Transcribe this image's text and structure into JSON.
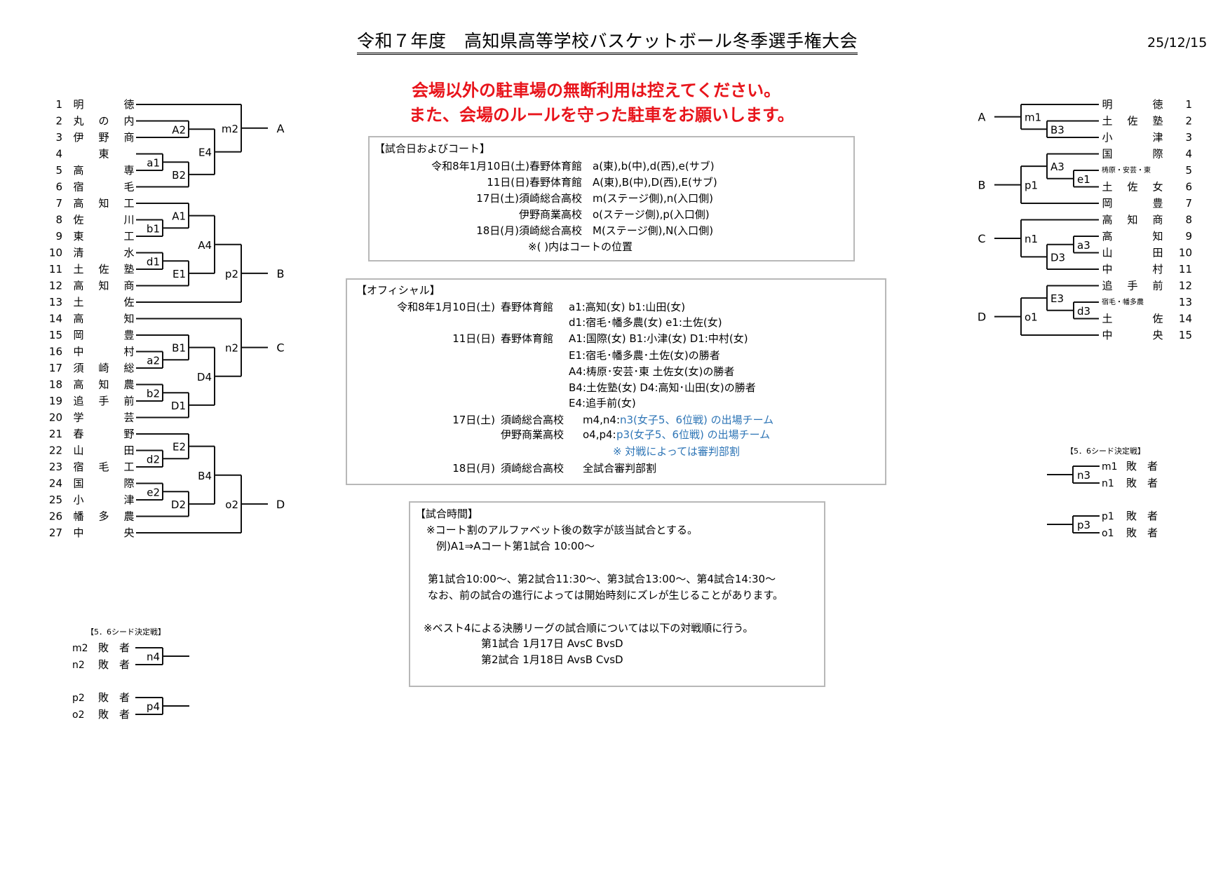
{
  "header": {
    "title": "令和７年度　高知県高等学校バスケットボール冬季選手権大会",
    "date": "25/12/15"
  },
  "notice": {
    "line1": "会場以外の駐車場の無断利用は控えてください。",
    "line2": "また、会場のルールを守った駐車をお願いします。",
    "color": "#e8141b"
  },
  "courts": {
    "title": "【試合日およびコート】",
    "rows": [
      {
        "date": "令和8年1月10日(土)春野体育館",
        "courts": "a(東),b(中),d(西),e(サブ)"
      },
      {
        "date": "11日(日)春野体育館",
        "courts": "A(東),B(中),D(西),E(サブ)"
      },
      {
        "date": "17日(土)須崎総合高校",
        "courts": "m(ステージ側),n(入口側)"
      },
      {
        "date": "伊野商業高校",
        "courts": "o(ステージ側),p(入口側)"
      },
      {
        "date": "18日(月)須崎総合高校",
        "courts": "M(ステージ側),N(入口側)"
      }
    ],
    "note": "※(  )内はコートの位置"
  },
  "officials": {
    "title": "【オフィシャル】",
    "rows": [
      {
        "date": "令和8年1月10日(土)",
        "venue": "春野体育館",
        "detail": "a1:高知(女)  b1:山田(女)",
        "blue": ""
      },
      {
        "date": "",
        "venue": "",
        "detail": "d1:宿毛･幡多農(女)  e1:土佐(女)",
        "blue": ""
      },
      {
        "date": "11日(日)",
        "venue": "春野体育館",
        "detail": "A1:国際(女)  B1:小津(女)  D1:中村(女)",
        "blue": ""
      },
      {
        "date": "",
        "venue": "",
        "detail": "E1:宿毛･幡多農･土佐(女)の勝者",
        "blue": ""
      },
      {
        "date": "",
        "venue": "",
        "detail": "A4:梼原･安芸･東 土佐女(女)の勝者",
        "blue": ""
      },
      {
        "date": "",
        "venue": "",
        "detail": "B4:土佐塾(女)  D4:高知･山田(女)の勝者",
        "blue": ""
      },
      {
        "date": "",
        "venue": "",
        "detail": "E4:追手前(女)",
        "blue": ""
      },
      {
        "date": "17日(土)",
        "venue": "須崎総合高校",
        "detail": "m4,n4:",
        "blue": "n3(女子5、6位戦) の出場チーム"
      },
      {
        "date": "",
        "venue": "伊野商業高校",
        "detail": "o4,p4:",
        "blue": "p3(女子5、6位戦) の出場チーム"
      },
      {
        "date": "",
        "venue": "",
        "detail": "",
        "blue": "※ 対戦によっては審判部割"
      },
      {
        "date": "18日(月)",
        "venue": "須崎総合高校",
        "detail": "全試合審判部割",
        "blue": ""
      }
    ],
    "accent_color": "#2e75b6"
  },
  "times": {
    "title": "【試合時間】",
    "note1": "※コート割のアルファベット後の数字が該当試合とする。",
    "example": "例)A1⇒Aコート第1試合  10:00～",
    "schedule": "第1試合10:00～、第2試合11:30～、第3試合13:00～、第4試合14:30～",
    "caution": "なお、前の試合の進行によっては開始時刻にズレが生じることがあります。",
    "note2": "※ベスト4による決勝リーグの試合順については以下の対戦順に行う。",
    "game1": "第1試合  1月17日  AvsC   BvsD",
    "game2": "第2試合  1月18日  AvsB   CvsD"
  },
  "left_bracket": {
    "teams": [
      "明　徳",
      "丸の内",
      "伊野商",
      "　東　",
      "高　専",
      "宿　毛",
      "高知工",
      "佐　川",
      "東　工",
      "清　水",
      "土佐塾",
      "高知商",
      "土　佐",
      "高　知",
      "岡　豊",
      "中　村",
      "須崎総",
      "高知農",
      "追手前",
      "学　芸",
      "春　野",
      "山　田",
      "宿毛工",
      "国　際",
      "小　津",
      "幡多農",
      "中　央"
    ],
    "pools": [
      {
        "label": "m2",
        "out": "A",
        "children": [
          {
            "seed": 1
          },
          {
            "label": "E4",
            "children": [
              {
                "label": "A2",
                "children": [
                  {
                    "seed": 2
                  },
                  {
                    "seed": 3
                  }
                ]
              },
              {
                "label": "B2",
                "children": [
                  {
                    "label": "a1",
                    "children": [
                      {
                        "seed": 4
                      },
                      {
                        "seed": 5
                      }
                    ]
                  },
                  {
                    "seed": 6
                  }
                ]
              }
            ]
          }
        ]
      },
      {
        "label": "p2",
        "out": "B",
        "children": [
          {
            "label": "A4",
            "children": [
              {
                "label": "A1",
                "children": [
                  {
                    "seed": 7
                  },
                  {
                    "label": "b1",
                    "children": [
                      {
                        "seed": 8
                      },
                      {
                        "seed": 9
                      }
                    ]
                  }
                ]
              },
              {
                "label": "E1",
                "children": [
                  {
                    "label": "d1",
                    "children": [
                      {
                        "seed": 10
                      },
                      {
                        "seed": 11
                      }
                    ]
                  },
                  {
                    "seed": 12
                  }
                ]
              }
            ]
          },
          {
            "seed": 13
          }
        ]
      },
      {
        "label": "n2",
        "out": "C",
        "children": [
          {
            "seed": 14
          },
          {
            "label": "D4",
            "children": [
              {
                "label": "B1",
                "children": [
                  {
                    "seed": 15
                  },
                  {
                    "label": "a2",
                    "children": [
                      {
                        "seed": 16
                      },
                      {
                        "seed": 17
                      }
                    ]
                  }
                ]
              },
              {
                "label": "D1",
                "children": [
                  {
                    "label": "b2",
                    "children": [
                      {
                        "seed": 18
                      },
                      {
                        "seed": 19
                      }
                    ]
                  },
                  {
                    "seed": 20
                  }
                ]
              }
            ]
          }
        ]
      },
      {
        "label": "o2",
        "out": "D",
        "children": [
          {
            "label": "B4",
            "children": [
              {
                "label": "E2",
                "children": [
                  {
                    "seed": 21
                  },
                  {
                    "label": "d2",
                    "children": [
                      {
                        "seed": 22
                      },
                      {
                        "seed": 23
                      }
                    ]
                  }
                ]
              },
              {
                "label": "D2",
                "children": [
                  {
                    "label": "e2",
                    "children": [
                      {
                        "seed": 24
                      },
                      {
                        "seed": 25
                      }
                    ]
                  },
                  {
                    "seed": 26
                  }
                ]
              }
            ]
          },
          {
            "seed": 27
          }
        ]
      }
    ],
    "placement": {
      "title": "【5．6シード決定戦】",
      "games": [
        {
          "label": "n4",
          "entries": [
            {
              "from": "m2",
              "text": "敗　者"
            },
            {
              "from": "n2",
              "text": "敗　者"
            }
          ]
        },
        {
          "label": "p4",
          "entries": [
            {
              "from": "p2",
              "text": "敗　者"
            },
            {
              "from": "o2",
              "text": "敗　者"
            }
          ]
        }
      ]
    }
  },
  "right_bracket": {
    "teams": [
      "明　徳",
      "土佐塾",
      "小　津",
      "国　際",
      "梼原・安芸・東",
      "土佐女",
      "岡　豊",
      "高知商",
      "高　知",
      "山　田",
      "中　村",
      "追手前",
      "宿毛・幡多農",
      "土　佐",
      "中　央"
    ],
    "pools": [
      {
        "label": "m1",
        "out": "A",
        "children": [
          {
            "seed": 1
          },
          {
            "label": "B3",
            "children": [
              {
                "seed": 2
              },
              {
                "seed": 3
              }
            ]
          }
        ]
      },
      {
        "label": "p1",
        "out": "B",
        "children": [
          {
            "label": "A3",
            "children": [
              {
                "seed": 4
              },
              {
                "label": "e1",
                "children": [
                  {
                    "seed": 5
                  },
                  {
                    "seed": 6
                  }
                ]
              }
            ]
          },
          {
            "seed": 7
          }
        ]
      },
      {
        "label": "n1",
        "out": "C",
        "children": [
          {
            "seed": 8
          },
          {
            "label": "D3",
            "children": [
              {
                "label": "a3",
                "children": [
                  {
                    "seed": 9
                  },
                  {
                    "seed": 10
                  }
                ]
              },
              {
                "seed": 11
              }
            ]
          }
        ]
      },
      {
        "label": "o1",
        "out": "D",
        "children": [
          {
            "label": "E3",
            "children": [
              {
                "seed": 12
              },
              {
                "label": "d3",
                "children": [
                  {
                    "seed": 13
                  },
                  {
                    "seed": 14
                  }
                ]
              }
            ]
          },
          {
            "seed": 15
          }
        ]
      }
    ],
    "placement": {
      "title": "【5．6シード決定戦】",
      "games": [
        {
          "label": "n3",
          "entries": [
            {
              "from": "m1",
              "text": "敗　者"
            },
            {
              "from": "n1",
              "text": "敗　者"
            }
          ]
        },
        {
          "label": "p3",
          "entries": [
            {
              "from": "p1",
              "text": "敗　者"
            },
            {
              "from": "o1",
              "text": "敗　者"
            }
          ]
        }
      ]
    }
  }
}
